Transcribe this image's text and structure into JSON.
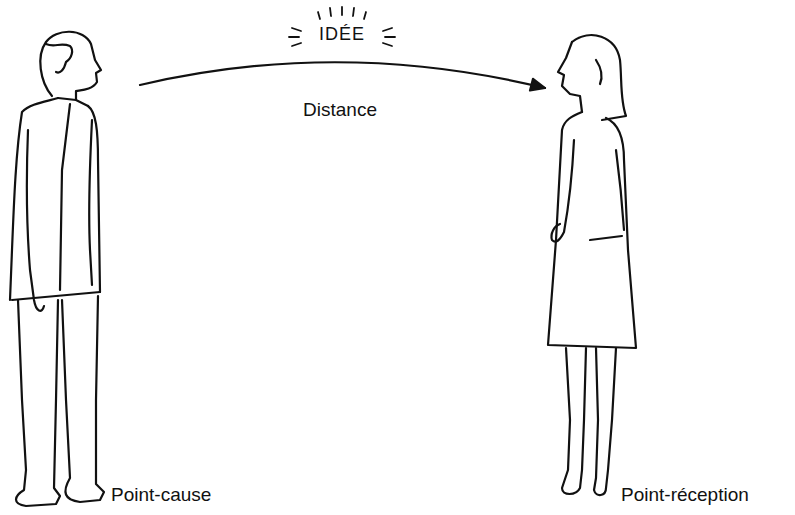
{
  "diagram": {
    "labels": [
      "IDÉE",
      "Distance",
      "Point-cause",
      "Point-réception"
    ]
  }
}
